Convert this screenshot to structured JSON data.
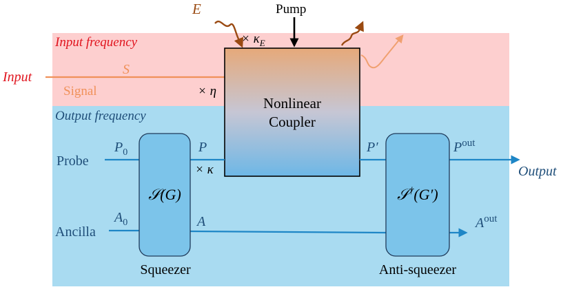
{
  "colors": {
    "input_band": "#fdcfcf",
    "output_band": "#a9dbf1",
    "signal": "#f0915a",
    "probe": "#1e86c6",
    "input_red": "#e0141e",
    "env_brown": "#9a4a12",
    "coupler_top": "#e6a97a",
    "coupler_mid": "#c6c6d4",
    "coupler_bottom": "#6db7e6",
    "squeezer_fill": "#7cc4ea",
    "text_blue": "#1f4e79"
  },
  "regions": {
    "input_frequency": "Input frequency",
    "output_frequency": "Output frequency"
  },
  "labels": {
    "input": "Input",
    "signal_symbol": "S",
    "signal": "Signal",
    "eta": "× η",
    "env_symbol": "E",
    "kappa_e": "× κ",
    "kappa_e_sub": "E",
    "pump": "Pump",
    "coupler_line1": "Nonlinear",
    "coupler_line2": "Coupler",
    "probe": "Probe",
    "p0": "P",
    "p0_sub": "0",
    "ancilla": "Ancilla",
    "a0": "A",
    "a0_sub": "0",
    "squeezer_op": "𝒮(G)",
    "squeezer": "Squeezer",
    "p": "P",
    "kappa": "× κ",
    "a": "A",
    "p_prime": "P′",
    "anti_op": "𝒮",
    "anti_op_sup": "†",
    "anti_op_arg": "(G′)",
    "anti_squeezer": "Anti-squeezer",
    "p_out": "P",
    "p_out_sup": "out",
    "a_out": "A",
    "a_out_sup": "out",
    "output": "Output"
  }
}
